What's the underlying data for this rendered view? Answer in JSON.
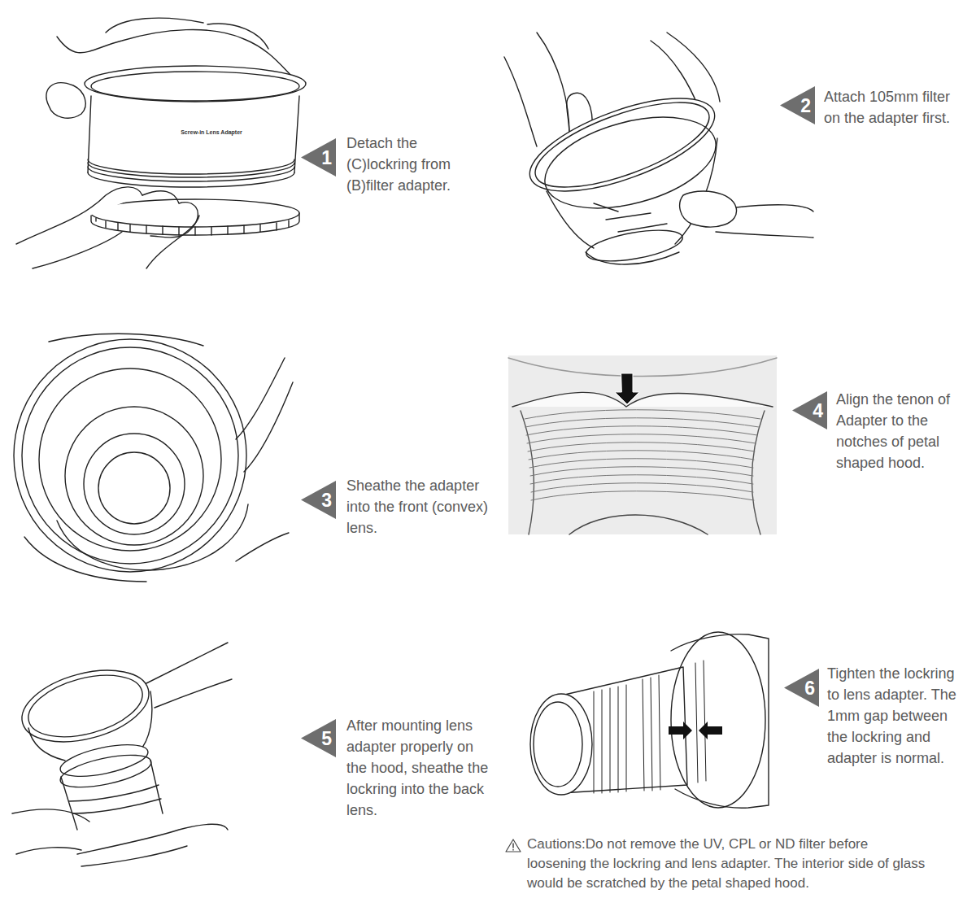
{
  "diagram": {
    "nodes": [
      {
        "text": [
          "1"
        ]
      },
      {
        "text": [
          "2"
        ]
      },
      {
        "text": [
          "3"
        ]
      },
      {
        "text": [
          "4"
        ]
      },
      {
        "text": [
          "5"
        ]
      },
      {
        "text": [
          "6"
        ]
      }
    ],
    "labels": [
      "Detach the (C)lockring from (B)filter adapter.",
      "Attach 105mm filter on the adapter first.",
      "Sheathe the adapter into the front (convex) lens.",
      "Align the tenon of Adapter to the notches of petal shaped hood.",
      "After mounting lens adapter properly on the hood, sheathe the lockring into the back lens.",
      "Tighten the lockring to lens adapter. The 1mm gap between the lockring and adapter is normal.",
      "Cautions:Do not remove the UV, CPL or ND filter before loosening the lockring and lens adapter. The interior side of glass would be scratched by the petal shaped hood.",
      "Screw-in Lens Adapter"
    ]
  }
}
